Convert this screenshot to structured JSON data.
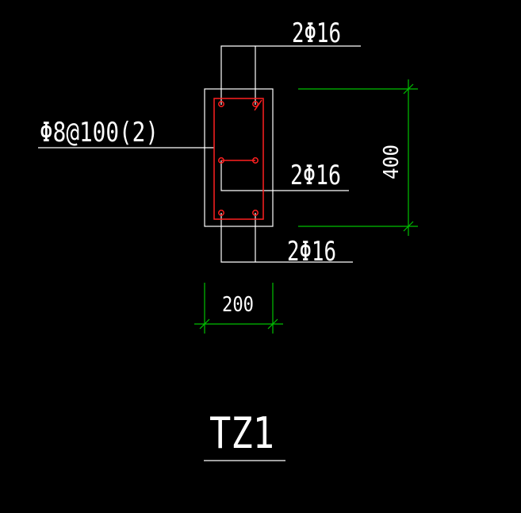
{
  "drawing": {
    "background_color": "#000000",
    "line_color": "#ffffff",
    "rebar_color": "#ff2020",
    "dimension_color": "#00c000",
    "title": "TZ1",
    "labels": {
      "top_bars": "2Φ16",
      "middle_bars": "2Φ16",
      "bottom_bars": "2Φ16",
      "stirrup": "Φ8@100(2)"
    },
    "dimensions": {
      "width": "200",
      "height": "400"
    }
  }
}
